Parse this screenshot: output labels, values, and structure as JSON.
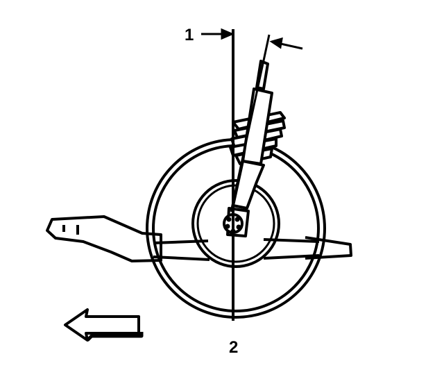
{
  "diagram": {
    "callouts": [
      {
        "id": "1",
        "text": "1"
      },
      {
        "id": "2",
        "text": "2"
      }
    ],
    "direction_arrow": "forward-arrow",
    "ink_color": "#000000",
    "paper_color": "#ffffff"
  }
}
